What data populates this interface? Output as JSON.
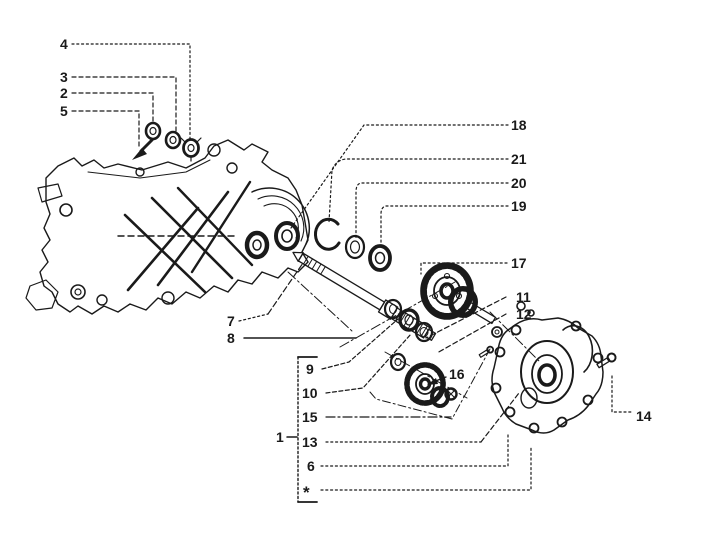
{
  "diagram": {
    "kind": "exploded-parts-line-drawing",
    "background_color": "#ffffff",
    "line_color": "#1a1a1a",
    "callouts": {
      "c1": "1",
      "c2": "2",
      "c3": "3",
      "c4": "4",
      "c5": "5",
      "c6": "6",
      "c7": "7",
      "c8": "8",
      "c9": "9",
      "c10": "10",
      "c11": "11",
      "c12": "12",
      "c13": "13",
      "c14": "14",
      "c15": "15",
      "c16": "16",
      "c17": "17",
      "c18": "18",
      "c19": "19",
      "c20": "20",
      "c21": "21",
      "star": "*"
    },
    "bracket_group": {
      "label": "1",
      "items": [
        "9",
        "10",
        "15",
        "13",
        "6",
        "*"
      ]
    }
  }
}
